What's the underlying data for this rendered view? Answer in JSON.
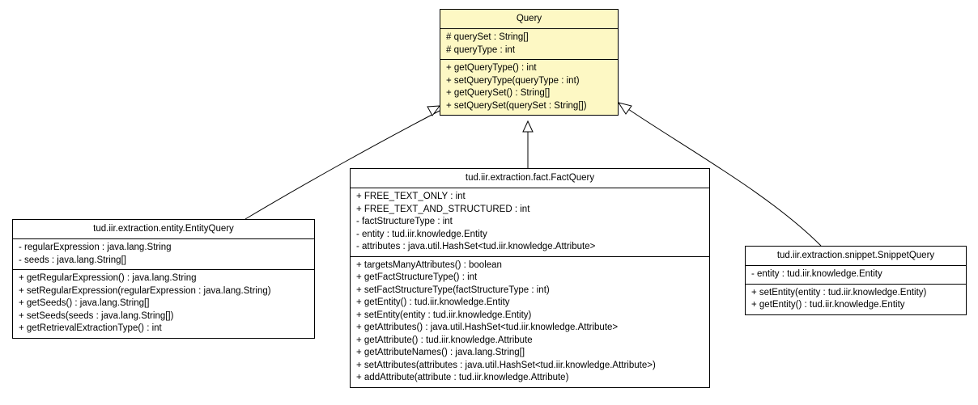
{
  "query": {
    "name": "Query",
    "attributes": [
      "# querySet : String[]",
      "# queryType : int"
    ],
    "methods": [
      "+ getQueryType() : int",
      "+ setQueryType(queryType : int)",
      "+ getQuerySet() : String[]",
      "+ setQuerySet(querySet : String[])"
    ]
  },
  "entity_query": {
    "name": "tud.iir.extraction.entity.EntityQuery",
    "attributes": [
      "- regularExpression : java.lang.String",
      "- seeds : java.lang.String[]"
    ],
    "methods": [
      "+ getRegularExpression() : java.lang.String",
      "+ setRegularExpression(regularExpression : java.lang.String)",
      "+ getSeeds() : java.lang.String[]",
      "+ setSeeds(seeds : java.lang.String[])",
      "+ getRetrievalExtractionType() : int"
    ]
  },
  "fact_query": {
    "name": "tud.iir.extraction.fact.FactQuery",
    "attributes": [
      "+ FREE_TEXT_ONLY : int",
      "+ FREE_TEXT_AND_STRUCTURED : int",
      "- factStructureType : int",
      "- entity : tud.iir.knowledge.Entity",
      "- attributes : java.util.HashSet<tud.iir.knowledge.Attribute>"
    ],
    "methods": [
      "+ targetsManyAttributes() : boolean",
      "+ getFactStructureType() : int",
      "+ setFactStructureType(factStructureType : int)",
      "+ getEntity() : tud.iir.knowledge.Entity",
      "+ setEntity(entity : tud.iir.knowledge.Entity)",
      "+ getAttributes() : java.util.HashSet<tud.iir.knowledge.Attribute>",
      "+ getAttribute() : tud.iir.knowledge.Attribute",
      "+ getAttributeNames() : java.lang.String[]",
      "+ setAttributes(attributes : java.util.HashSet<tud.iir.knowledge.Attribute>)",
      "+ addAttribute(attribute : tud.iir.knowledge.Attribute)"
    ]
  },
  "snippet_query": {
    "name": "tud.iir.extraction.snippet.SnippetQuery",
    "attributes": [
      "- entity : tud.iir.knowledge.Entity"
    ],
    "methods": [
      "+ setEntity(entity : tud.iir.knowledge.Entity)",
      "+ getEntity() : tud.iir.knowledge.Entity"
    ]
  },
  "colors": {
    "highlight_fill": "#fdf8c4",
    "border": "#000000",
    "background": "#ffffff"
  }
}
